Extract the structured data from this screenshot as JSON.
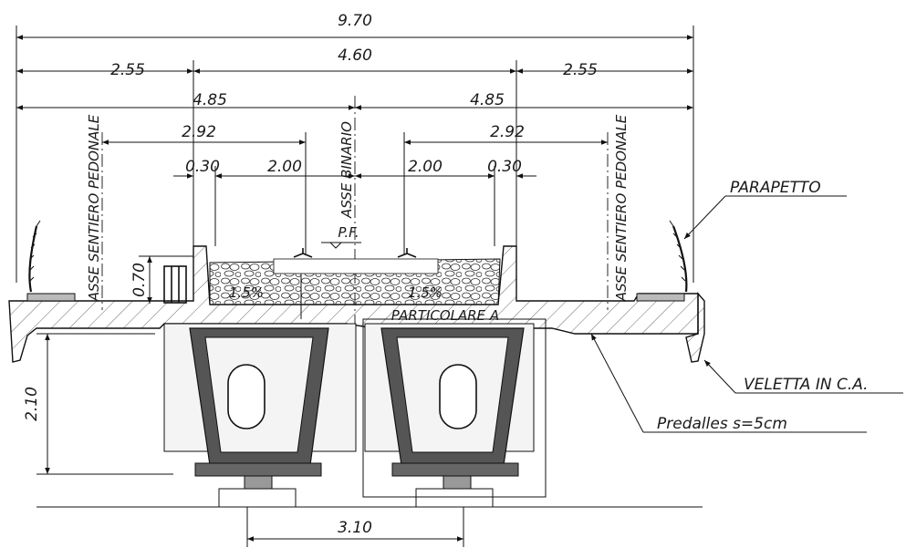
{
  "dimensions": {
    "total_width": "9.70",
    "side_left": "2.55",
    "center": "4.60",
    "side_right": "2.55",
    "half_left": "4.85",
    "half_right": "4.85",
    "walk_left": "2.92",
    "walk_right": "2.92",
    "curb_left": "0.30",
    "ballast_left": "2.00",
    "ballast_right": "2.00",
    "curb_right": "0.30",
    "curb_height": "0.70",
    "deck_height": "2.10",
    "beam_spacing": "3.10"
  },
  "axis_labels": {
    "walk_axis_left": "ASSE SENTIERO PEDONALE",
    "track_axis": "ASSE BINARIO",
    "walk_axis_right": "ASSE SENTIERO PEDONALE"
  },
  "labels": {
    "pf": "P.F.",
    "slope_left": "1.5%",
    "slope_right": "1.5%",
    "detail": "PARTICOLARE A",
    "parapet": "PARAPETTO",
    "edge_beam": "VELETTA IN C.A.",
    "predalles": "Predalles s=5cm"
  }
}
